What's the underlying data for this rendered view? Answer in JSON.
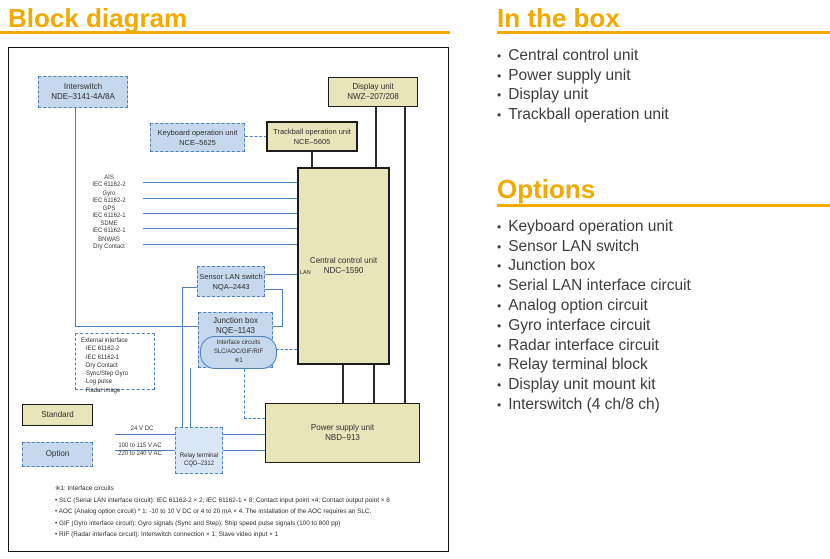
{
  "bullet": "•",
  "colors": {
    "accent_orange": "#F2A900",
    "blue_line": "#4E81BD",
    "tan_fill": "#E9E5BA",
    "blue_fill": "#C5D8EE"
  },
  "block_diagram": {
    "title": "Block diagram",
    "boxes": {
      "interswitch": {
        "line1": "Interswitch",
        "line2": "NDE–3141-4A/8A"
      },
      "keyboard": {
        "line1": "Keyboard operation unit",
        "line2": "NCE–5625"
      },
      "trackball": {
        "line1": "Trackball operation unit",
        "line2": "NCE–5605"
      },
      "display": {
        "line1": "Display unit",
        "line2": "NWZ–207/208"
      },
      "central": {
        "line1": "Central control unit",
        "line2": "NDC–1590",
        "port": "LAN"
      },
      "sensor_lan": {
        "line1": "Sensor LAN switch",
        "line2": "NQA–2443"
      },
      "junction": {
        "line1": "Junction box",
        "line2": "NQE–1143"
      },
      "interface_circuits": {
        "line1": "Interface circuits",
        "line2": "SLC/AOC/GIF/RIF",
        "line3": "※1"
      },
      "power": {
        "line1": "Power supply unit",
        "line2": "NBD–913"
      },
      "relay": {
        "line1": "Relay terminal",
        "line2": "CQD–2312"
      }
    },
    "signals": [
      {
        "name": "AIS",
        "spec": "IEC 61162-2"
      },
      {
        "name": "Gyro",
        "spec": "IEC 61162-2"
      },
      {
        "name": "GPS",
        "spec": "IEC 61162-1"
      },
      {
        "name": "SDME",
        "spec": "IEC 61162-1"
      },
      {
        "name": "BNWAS",
        "spec": "Dry Contact"
      }
    ],
    "external_interface": {
      "title": "External interface",
      "items": [
        "·IEC 61162-2",
        "·IEC 61162-1",
        "·Dry Contact",
        "·Sync/Step Gyro",
        "·Log pulse",
        "·Radar image"
      ]
    },
    "legend": {
      "standard": "Standard",
      "option": "Option"
    },
    "power_inputs": {
      "dc": "24 V DC",
      "ac1": "100 to 115 V AC",
      "ac2": "220 to 240 V AC"
    },
    "footnotes": [
      "※1: Interface circuits",
      "• SLC (Serial LAN interface circuit): IEC 61162-2 × 2; IEC 61162-1 × 8; Contact input point ×4; Contact output point × 8",
      "• AOC (Analog option circuit) * 1: -10 to 10 V DC or 4 to 20 mA × 4. The installation of the AOC requires an SLC.",
      "• GIF (Gyro interface circuit): Gyro signals (Sync and Step); Ship speed pulse signals (100 to 800 pp)",
      "• RIF (Radar interface circuit): Interswitch connection × 1; Slave video input × 1"
    ]
  },
  "in_the_box": {
    "title": "In the box",
    "items": [
      "Central control unit",
      "Power supply unit",
      "Display unit",
      "Trackball operation unit"
    ]
  },
  "options": {
    "title": "Options",
    "items": [
      "Keyboard operation unit",
      "Sensor LAN switch",
      "Junction box",
      "Serial LAN interface circuit",
      "Analog option circuit",
      "Gyro interface circuit",
      "Radar interface circuit",
      "Relay terminal block",
      "Display unit mount kit",
      "Interswitch (4 ch/8 ch)"
    ]
  }
}
